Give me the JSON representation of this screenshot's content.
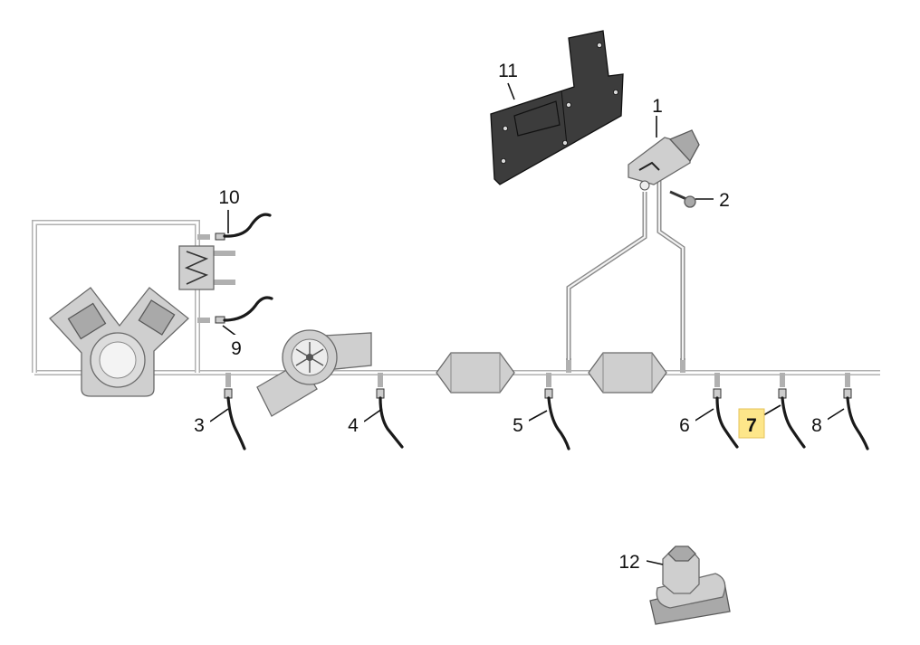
{
  "callouts": [
    {
      "id": "1",
      "label": "1"
    },
    {
      "id": "2",
      "label": "2"
    },
    {
      "id": "3",
      "label": "3"
    },
    {
      "id": "4",
      "label": "4"
    },
    {
      "id": "5",
      "label": "5"
    },
    {
      "id": "6",
      "label": "6"
    },
    {
      "id": "7",
      "label": "7",
      "highlighted": true
    },
    {
      "id": "8",
      "label": "8"
    },
    {
      "id": "9",
      "label": "9"
    },
    {
      "id": "10",
      "label": "10"
    },
    {
      "id": "11",
      "label": "11"
    },
    {
      "id": "12",
      "label": "12"
    }
  ],
  "colors": {
    "highlight": "#fde68a",
    "pipe": "#b0b0b0",
    "part": "#cfcfcf",
    "bracket": "#3c3c3c",
    "wire": "#1a1a1a"
  },
  "icons": [
    "engine-icon",
    "turbocharger-icon",
    "heat-exchanger-icon",
    "catalytic-converter-icon",
    "pressure-sensor-icon",
    "mounting-bracket-icon",
    "nut-clip-icon",
    "bolt-icon"
  ]
}
